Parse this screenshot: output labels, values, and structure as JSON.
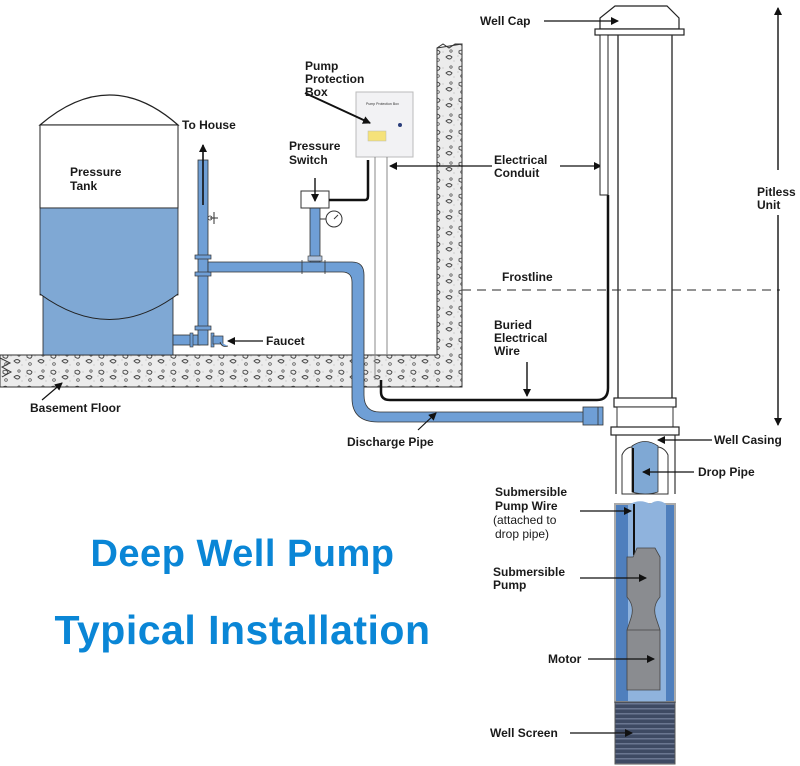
{
  "title": {
    "line1": "Deep Well Pump",
    "line2": "Typical Installation"
  },
  "colors": {
    "water": "#7fa8d4",
    "pipe": "#6f9fd6",
    "title": "#0a86d6",
    "pump": "#8a8c90",
    "concrete": "#e8e8e8",
    "outline": "#222222"
  },
  "labels": {
    "pressure_tank": [
      "Pressure",
      "Tank"
    ],
    "to_house": "To House",
    "pump_protection_box": [
      "Pump",
      "Protection",
      "Box"
    ],
    "pressure_switch": [
      "Pressure",
      "Switch"
    ],
    "electrical_conduit": [
      "Electrical",
      "Conduit"
    ],
    "well_cap": "Well Cap",
    "pitless_unit": [
      "Pitless",
      "Unit"
    ],
    "frostline": "Frostline",
    "buried_electrical_wire": [
      "Buried",
      "Electrical",
      "Wire"
    ],
    "faucet": "Faucet",
    "basement_floor": "Basement Floor",
    "discharge_pipe": "Discharge Pipe",
    "well_casing": "Well Casing",
    "drop_pipe": "Drop Pipe",
    "submersible_pump_wire": [
      "Submersible",
      "Pump Wire",
      "(attached to",
      "drop pipe)"
    ],
    "submersible_pump": [
      "Submersible",
      "Pump"
    ],
    "motor": "Motor",
    "well_screen": "Well Screen"
  },
  "box_label": "Pump Protection Box",
  "icons": [
    "arrow-icon",
    "pressure-gauge-icon",
    "valve-icon",
    "warning-sticker-icon"
  ]
}
